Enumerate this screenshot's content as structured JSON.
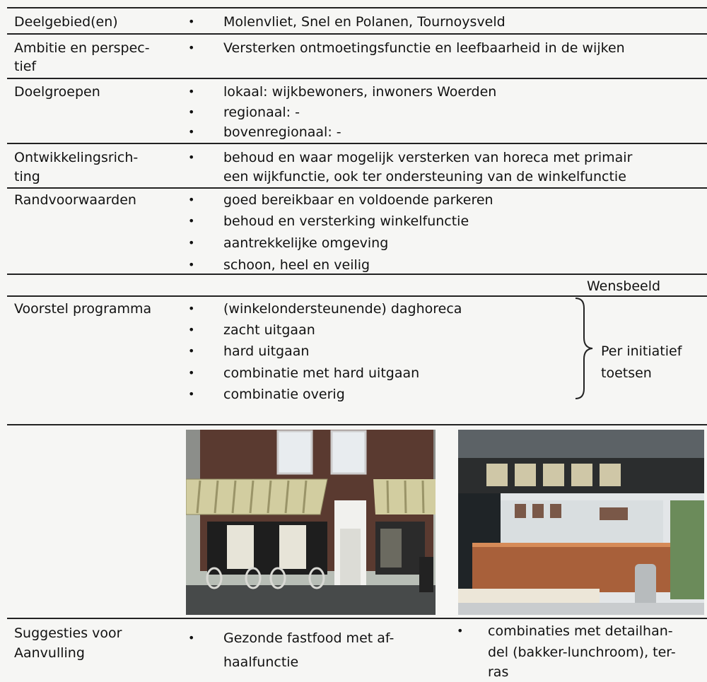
{
  "rows": {
    "deelgebied": {
      "label": "Deelgebied(en)",
      "items": [
        "Molenvliet, Snel en Polanen, Tournoysveld"
      ]
    },
    "ambitie": {
      "label_line1": "Ambitie en perspec-",
      "label_line2": "tief",
      "items": [
        "Versterken ontmoetingsfunctie en leefbaarheid in de wijken"
      ]
    },
    "doelgroepen": {
      "label": "Doelgroepen",
      "items": [
        "lokaal: wijkbewoners, inwoners Woerden",
        "regionaal: -",
        "bovenregionaal: -"
      ]
    },
    "ontwikkeling": {
      "label_line1": "Ontwikkelingsrich-",
      "label_line2": "ting",
      "item_line1": "behoud en waar mogelijk versterken van horeca met primair",
      "item_line2": "een wijkfunctie, ook ter ondersteuning van de winkelfunctie"
    },
    "randvoorwaarden": {
      "label": "Randvoorwaarden",
      "items": [
        "goed bereikbaar en voldoende parkeren",
        "behoud en versterking winkelfunctie",
        "aantrekkelijke omgeving",
        "schoon, heel en veilig"
      ]
    },
    "wensbeeld": {
      "label": "Wensbeeld"
    },
    "voorstel": {
      "label": "Voorstel programma",
      "items": [
        "(winkelondersteunende) daghoreca",
        "zacht uitgaan",
        "hard uitgaan",
        "combinatie met hard uitgaan",
        "combinatie overig"
      ],
      "note_line1": "Per initiatief",
      "note_line2": "toetsen"
    },
    "suggesties": {
      "label_line1": "Suggesties voor",
      "label_line2": "Aanvulling",
      "item1_line1": "Gezonde fastfood met af-",
      "item1_line2": "haalfunctie",
      "item2_line1": "combinaties met detailhan-",
      "item2_line2": "del (bakker-lunchroom), ter-",
      "item2_line3": "ras"
    }
  },
  "bullet_glyph": "•",
  "colors": {
    "rule": "#222222",
    "text": "#111111",
    "background": "#f6f6f4"
  }
}
